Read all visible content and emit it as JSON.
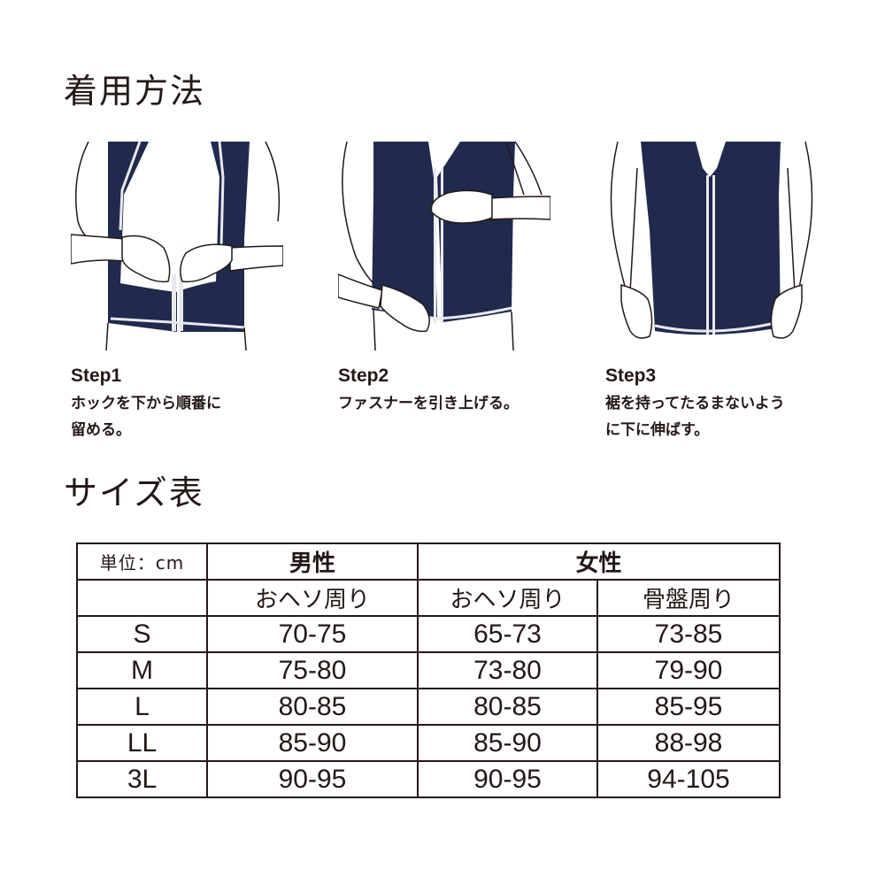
{
  "usage_heading": "着用方法",
  "size_heading": "サイズ表",
  "steps": [
    {
      "title": "Step1",
      "desc_line1": "ホックを下から順番に",
      "desc_line2": "留める。"
    },
    {
      "title": "Step2",
      "desc_line1": "ファスナーを引き上げる。",
      "desc_line2": ""
    },
    {
      "title": "Step3",
      "desc_line1": "裾を持ってたるまないよう",
      "desc_line2": "に下に伸ばす。"
    }
  ],
  "colors": {
    "garment": "#1f2a4d",
    "text": "#231815",
    "trim": "#e8e8ee"
  },
  "table": {
    "unit": "単位：cm",
    "male": "男性",
    "female": "女性",
    "sub_male_waist": "おヘソ周り",
    "sub_female_waist": "おヘソ周り",
    "sub_female_hip": "骨盤周り",
    "rows": [
      {
        "size": "S",
        "male_waist": "70-75",
        "female_waist": "65-73",
        "female_hip": "73-85"
      },
      {
        "size": "M",
        "male_waist": "75-80",
        "female_waist": "73-80",
        "female_hip": "79-90"
      },
      {
        "size": "L",
        "male_waist": "80-85",
        "female_waist": "80-85",
        "female_hip": "85-95"
      },
      {
        "size": "LL",
        "male_waist": "85-90",
        "female_waist": "85-90",
        "female_hip": "88-98"
      },
      {
        "size": "3L",
        "male_waist": "90-95",
        "female_waist": "90-95",
        "female_hip": "94-105"
      }
    ]
  }
}
